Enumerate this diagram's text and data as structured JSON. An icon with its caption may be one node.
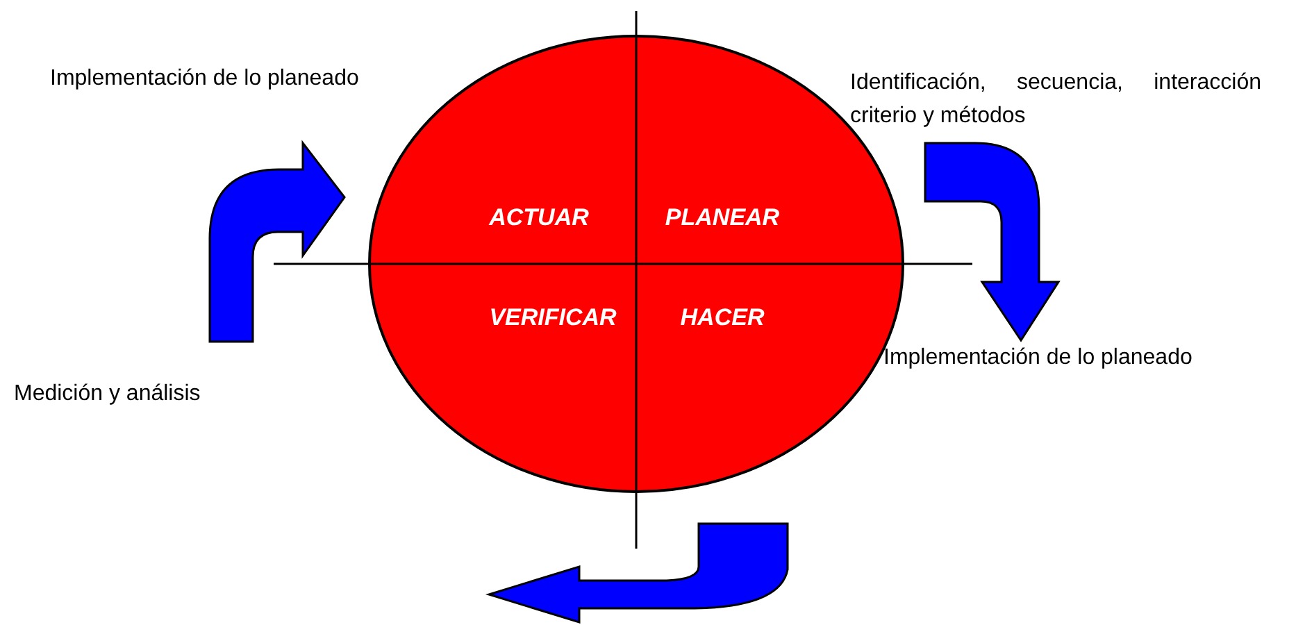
{
  "diagram": {
    "nodes": [
      {
        "text": [
          "ACTUAR",
          "PLANEAR",
          "VERIFICAR",
          "HACER"
        ]
      }
    ],
    "labels": [
      "Implementación de lo planeado",
      "Identificación, secuencia, interacción criterio y métodos",
      "Implementación de lo planeado",
      "Medición y análisis"
    ]
  }
}
